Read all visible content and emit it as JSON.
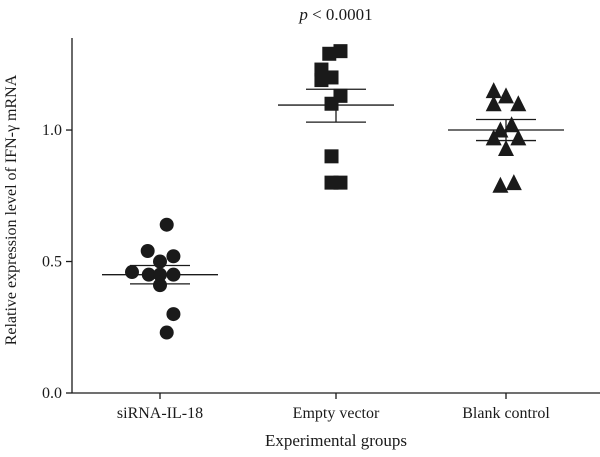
{
  "chart_data": {
    "type": "scatter",
    "title": "p < 0.0001",
    "title_parts": {
      "italic": "p",
      "rest": " < 0.0001"
    },
    "xlabel": "Experimental groups",
    "ylabel": "Relative expression level of IFN-γ mRNA",
    "ylim": [
      0,
      1.35
    ],
    "yticks": [
      0.0,
      0.5,
      1.0
    ],
    "ytick_labels": [
      "0.0",
      "0.5",
      "1.0"
    ],
    "grid": false,
    "marker_color": "#1a1a1a",
    "categories": [
      "siRNA-IL-18",
      "Empty vector",
      "Blank control"
    ],
    "series": [
      {
        "marker": "circle",
        "mean": 0.45,
        "sem": [
          0.415,
          0.485
        ],
        "points": [
          {
            "dx": 0.12,
            "y": 0.64
          },
          {
            "dx": -0.22,
            "y": 0.54
          },
          {
            "dx": 0.0,
            "y": 0.5
          },
          {
            "dx": 0.24,
            "y": 0.52
          },
          {
            "dx": -0.5,
            "y": 0.46
          },
          {
            "dx": -0.2,
            "y": 0.45
          },
          {
            "dx": 0.0,
            "y": 0.45
          },
          {
            "dx": 0.24,
            "y": 0.45
          },
          {
            "dx": 0.0,
            "y": 0.41
          },
          {
            "dx": 0.24,
            "y": 0.3
          },
          {
            "dx": 0.12,
            "y": 0.23
          }
        ]
      },
      {
        "marker": "square",
        "mean": 1.095,
        "sem": [
          1.03,
          1.155
        ],
        "points": [
          {
            "dx": -0.12,
            "y": 1.29
          },
          {
            "dx": 0.08,
            "y": 1.3
          },
          {
            "dx": -0.26,
            "y": 1.23
          },
          {
            "dx": -0.08,
            "y": 1.2
          },
          {
            "dx": -0.26,
            "y": 1.19
          },
          {
            "dx": 0.08,
            "y": 1.13
          },
          {
            "dx": -0.08,
            "y": 1.1
          },
          {
            "dx": -0.08,
            "y": 0.9
          },
          {
            "dx": -0.08,
            "y": 0.8
          },
          {
            "dx": 0.08,
            "y": 0.8
          }
        ]
      },
      {
        "marker": "triangle",
        "mean": 1.0,
        "sem": [
          0.96,
          1.04
        ],
        "points": [
          {
            "dx": -0.22,
            "y": 1.15
          },
          {
            "dx": -0.22,
            "y": 1.1
          },
          {
            "dx": 0.0,
            "y": 1.13
          },
          {
            "dx": 0.22,
            "y": 1.1
          },
          {
            "dx": 0.1,
            "y": 1.02
          },
          {
            "dx": -0.1,
            "y": 1.0
          },
          {
            "dx": -0.22,
            "y": 0.97
          },
          {
            "dx": 0.22,
            "y": 0.97
          },
          {
            "dx": 0.0,
            "y": 0.93
          },
          {
            "dx": -0.1,
            "y": 0.79
          },
          {
            "dx": 0.14,
            "y": 0.8
          }
        ]
      }
    ]
  }
}
